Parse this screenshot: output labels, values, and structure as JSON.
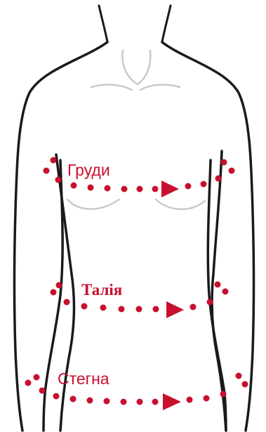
{
  "labels": {
    "bust": "Груди",
    "waist": "Талія",
    "hips": "Стегна"
  },
  "colors": {
    "outline": "#1a1a1a",
    "detail": "#c9c9c9",
    "marker": "#c8102e",
    "background": "#ffffff"
  }
}
